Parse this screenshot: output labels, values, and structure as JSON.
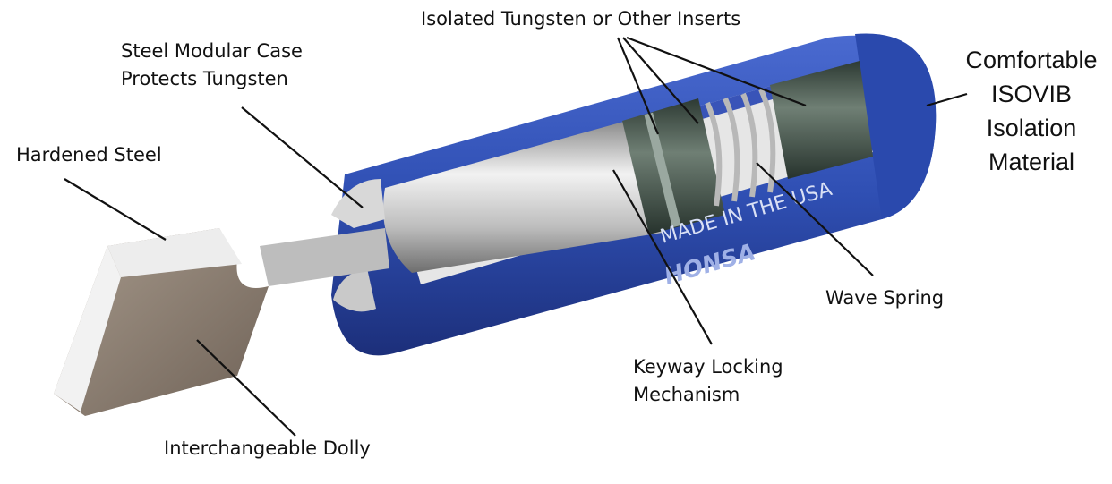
{
  "labels": {
    "isolated_inserts": "Isolated Tungsten or Other Inserts",
    "steel_case": [
      "Steel Modular Case",
      "Protects Tungsten"
    ],
    "comfortable": [
      "Comfortable",
      "ISOVIB",
      "Isolation",
      "Material"
    ],
    "hardened_steel": "Hardened Steel",
    "wave_spring": "Wave Spring",
    "keyway": [
      "Keyway Locking",
      "Mechanism"
    ],
    "dolly": "Interchangeable Dolly"
  },
  "product_marking": {
    "made_in": "MADE IN THE USA",
    "brand": "HONSA"
  },
  "colors": {
    "shell_blue": "#2f4fb3",
    "shell_dark": "#1c2f7a",
    "steel": "#cfcfcf",
    "tungsten": "#4a5a50",
    "dolly": "#8f8275"
  }
}
